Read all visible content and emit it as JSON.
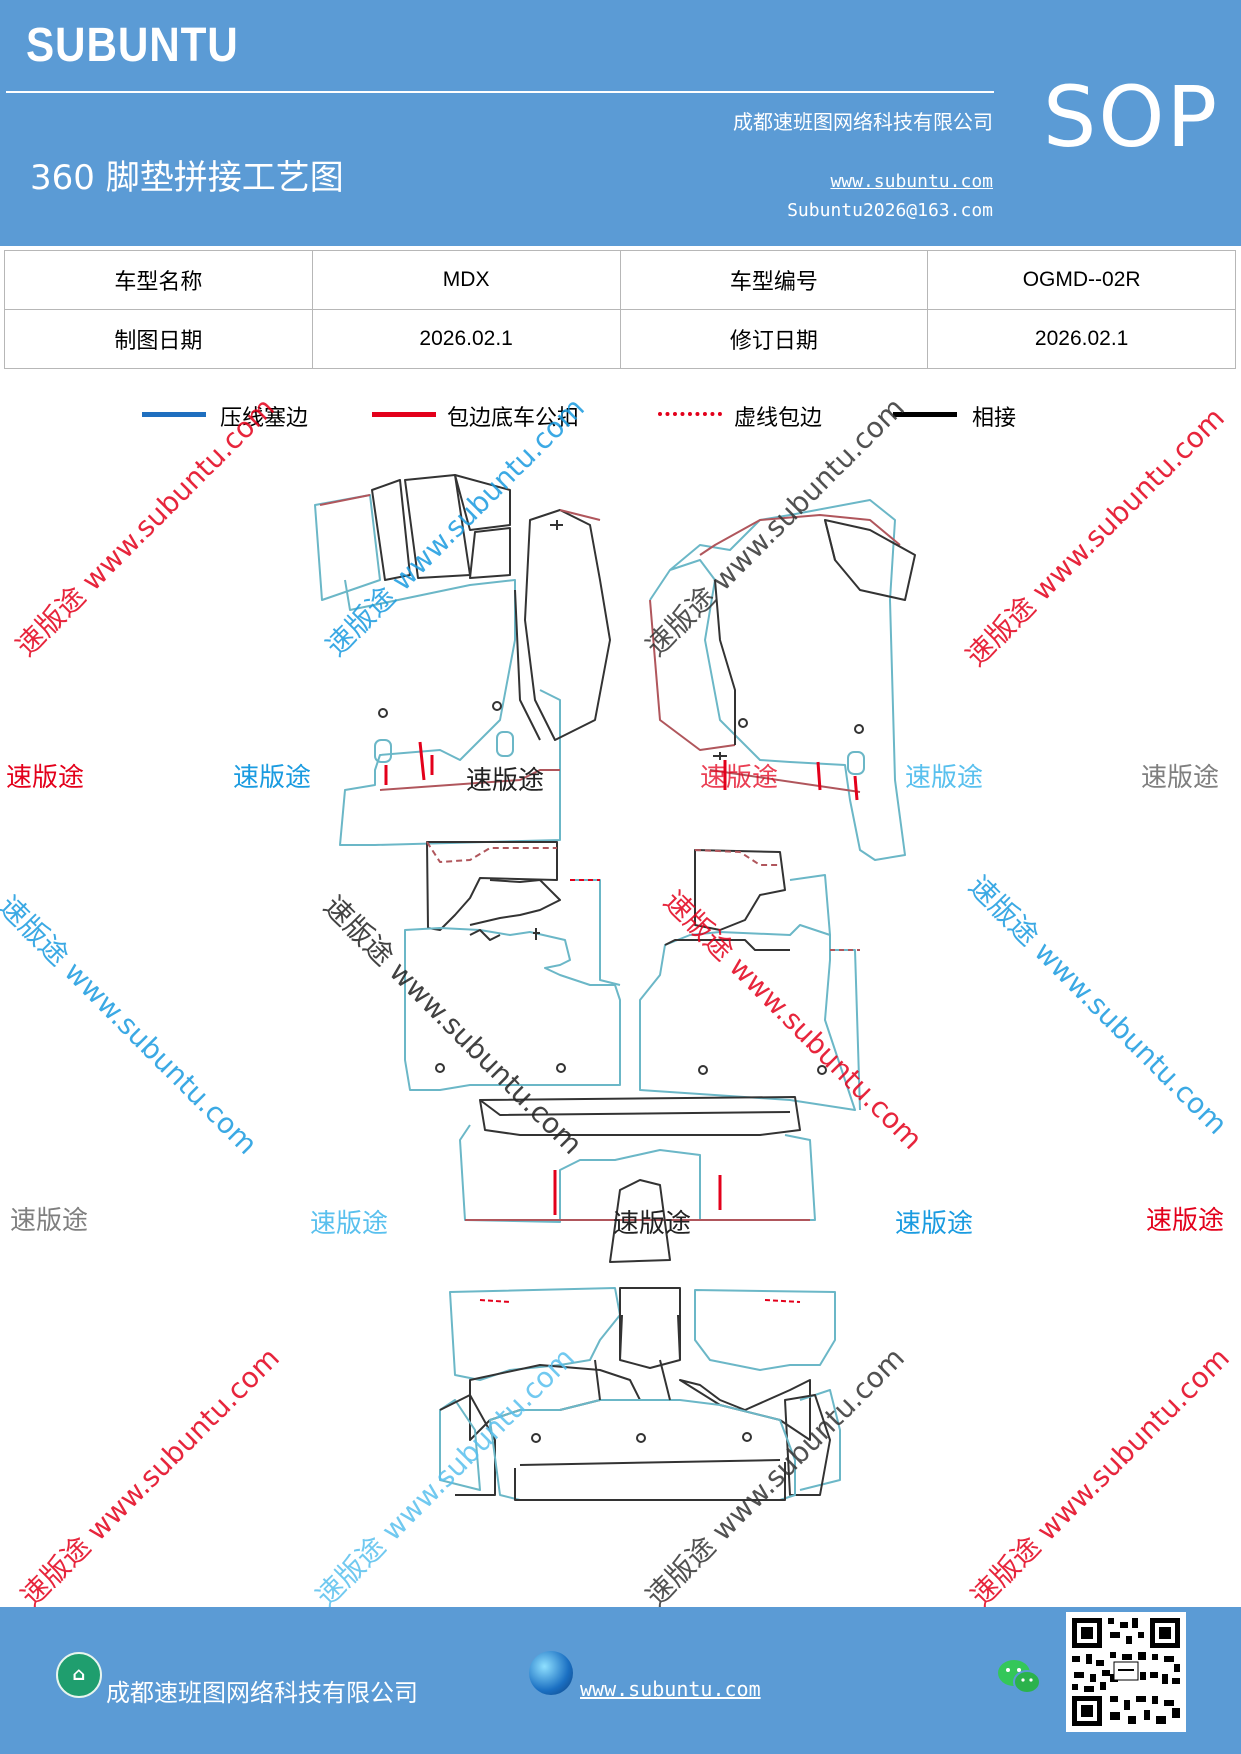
{
  "header": {
    "brand": "SUBUNTU",
    "company": "成都速班图网络科技有限公司",
    "title": "360 脚垫拼接工艺图",
    "website": "www.subuntu.com",
    "email": "Subuntu2026@163.com",
    "badge": "SOP"
  },
  "info_table": {
    "row1": {
      "label1": "车型名称",
      "value1": "MDX",
      "label2": "车型编号",
      "value2": "OGMD--02R"
    },
    "row2": {
      "label1": "制图日期",
      "value1": "2026.02.1",
      "label2": "修订日期",
      "value2": "2026.02.1"
    }
  },
  "legend": [
    {
      "label": "压线塞边",
      "color": "#1f6fbf",
      "style": "solid"
    },
    {
      "label": "包边底车公扣",
      "color": "#e3001b",
      "style": "solid"
    },
    {
      "label": "虚线包边",
      "color": "#e3001b",
      "style": "dotted"
    },
    {
      "label": "相接",
      "color": "#000000",
      "style": "solid"
    }
  ],
  "watermarks": {
    "brand_cn": "速版途",
    "diagonal": "速版途 www.subuntu.com",
    "colors": {
      "red": "#e3001b",
      "blue": "#1a9be0",
      "gray": "#7f7f7f",
      "dark": "#222222",
      "light_blue": "#59c0ee"
    }
  },
  "footer": {
    "company": "成都速班图网络科技有限公司",
    "website": "www.subuntu.com",
    "icons": [
      "company-icon",
      "globe-icon",
      "wechat-icon",
      "qr-code-icon"
    ]
  },
  "colors": {
    "header_bg": "#5b9bd5",
    "outline_blue": "#6bb7c7",
    "outline_red": "#b0565c",
    "outline_black": "#333333"
  }
}
